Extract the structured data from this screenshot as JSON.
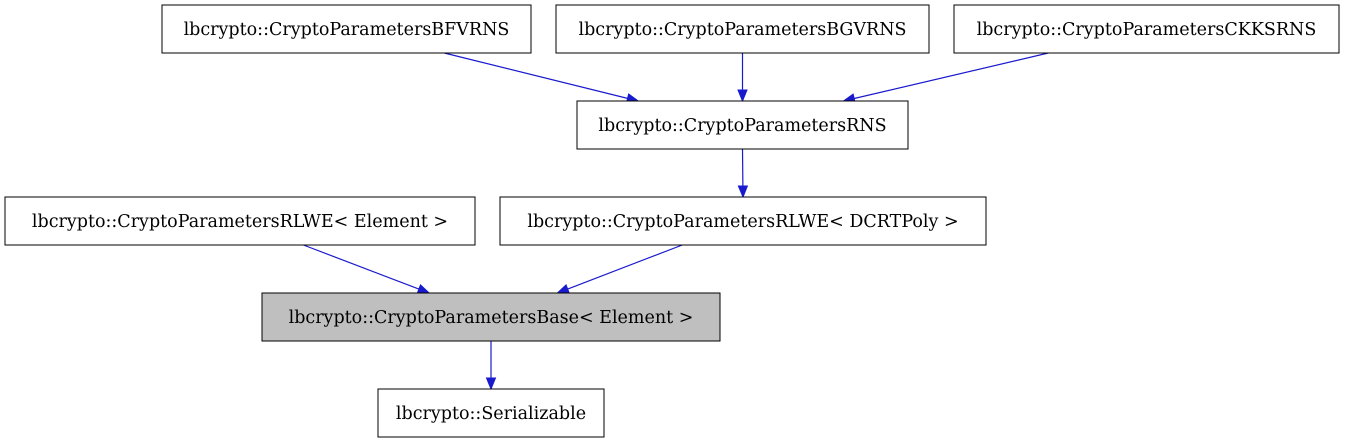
{
  "colors": {
    "edge": "#1a1acd",
    "node_fill": "#ffffff",
    "highlight_fill": "#bfbfbf",
    "border": "#000000"
  },
  "nodes": {
    "bfvrns": {
      "label": "lbcrypto::CryptoParametersBFVRNS"
    },
    "bgvrns": {
      "label": "lbcrypto::CryptoParametersBGVRNS"
    },
    "ckksrns": {
      "label": "lbcrypto::CryptoParametersCKKSRNS"
    },
    "rns": {
      "label": "lbcrypto::CryptoParametersRNS"
    },
    "rlwe_element": {
      "label": "lbcrypto::CryptoParametersRLWE< Element >"
    },
    "rlwe_dcrtpoly": {
      "label": "lbcrypto::CryptoParametersRLWE< DCRTPoly >"
    },
    "base_element": {
      "label": "lbcrypto::CryptoParametersBase< Element >",
      "highlighted": true
    },
    "serializable": {
      "label": "lbcrypto::Serializable"
    }
  },
  "edges": [
    {
      "from": "bfvrns",
      "to": "rns"
    },
    {
      "from": "bgvrns",
      "to": "rns"
    },
    {
      "from": "ckksrns",
      "to": "rns"
    },
    {
      "from": "rns",
      "to": "rlwe_dcrtpoly"
    },
    {
      "from": "rlwe_element",
      "to": "base_element"
    },
    {
      "from": "rlwe_dcrtpoly",
      "to": "base_element"
    },
    {
      "from": "base_element",
      "to": "serializable"
    }
  ]
}
